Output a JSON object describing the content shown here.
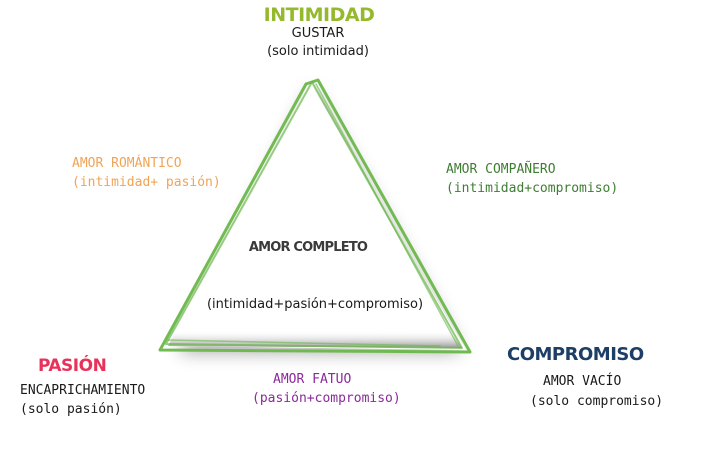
{
  "diagram": {
    "title": "Triángulo del amor",
    "colors": {
      "intimidad": "#95b92d",
      "pasion": "#e8325a",
      "compromiso": "#1d3f66",
      "romantico": "#f0a455",
      "companero": "#3f7d33",
      "fatuo": "#8b2a9b",
      "triangle_stroke": "#6ab74a",
      "text_dark": "#1a1a1a"
    },
    "vertices": {
      "top": {
        "title": "INTIMIDAD",
        "love_type": "GUSTAR",
        "components": "(solo intimidad)"
      },
      "left": {
        "title": "PASIÓN",
        "love_type": "ENCAPRICHAMIENTO",
        "components": "(solo pasión)"
      },
      "right": {
        "title": "COMPROMISO",
        "love_type": "AMOR VACÍO",
        "components": "(solo compromiso)"
      }
    },
    "edges": {
      "left": {
        "love_type": "AMOR ROMÁNTICO",
        "components": "(intimidad+ pasión)"
      },
      "right": {
        "love_type": "AMOR COMPAÑERO",
        "components": "(intimidad+compromiso)"
      },
      "bottom": {
        "love_type": "AMOR FATUO",
        "components": "(pasión+compromiso)"
      }
    },
    "center": {
      "love_type": "AMOR COMPLETO",
      "components": "(intimidad+pasión+compromiso)"
    }
  }
}
